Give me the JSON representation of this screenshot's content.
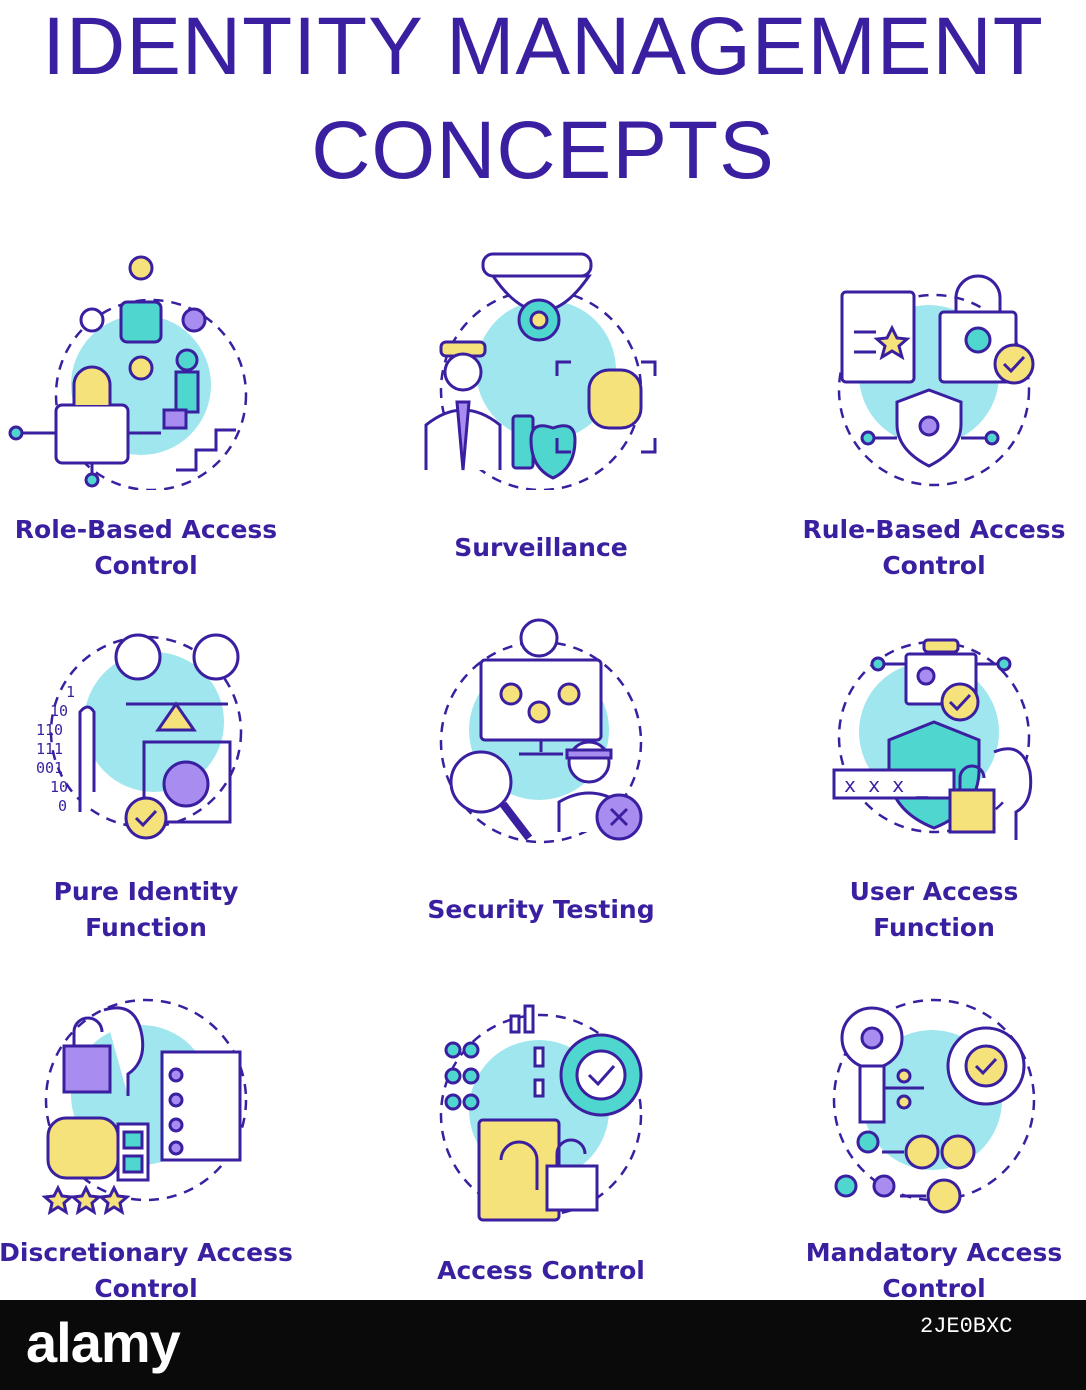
{
  "title": {
    "line1": "IDENTITY MANAGEMENT",
    "line2": "CONCEPTS"
  },
  "items": [
    {
      "line1": "Role-Based Access",
      "line2": "Control",
      "icon": "role-based-access-icon"
    },
    {
      "line1": "Surveillance",
      "line2": "",
      "icon": "surveillance-camera-icon"
    },
    {
      "line1": "Rule-Based Access",
      "line2": "Control",
      "icon": "rules-document-icon"
    },
    {
      "line1": "Pure Identity",
      "line2": "Function",
      "icon": "identity-scale-icon"
    },
    {
      "line1": "Security Testing",
      "line2": "",
      "icon": "security-testing-icon"
    },
    {
      "line1": "User Access",
      "line2": "Function",
      "icon": "user-access-icon"
    },
    {
      "line1": "Discretionary Access",
      "line2": "Control",
      "icon": "discretionary-access-icon"
    },
    {
      "line1": "Access Control",
      "line2": "",
      "icon": "access-control-gear-icon"
    },
    {
      "line1": "Mandatory Access",
      "line2": "Control",
      "icon": "mandatory-access-key-icon"
    }
  ],
  "footer": {
    "brand": "alamy",
    "image_id": "2JE0BXC"
  },
  "colors": {
    "stroke": "#3a1fa0",
    "cyan": "#9fe6ee",
    "teal": "#4fd6cf",
    "yellow": "#f6e27a",
    "violet": "#a88cf0"
  }
}
